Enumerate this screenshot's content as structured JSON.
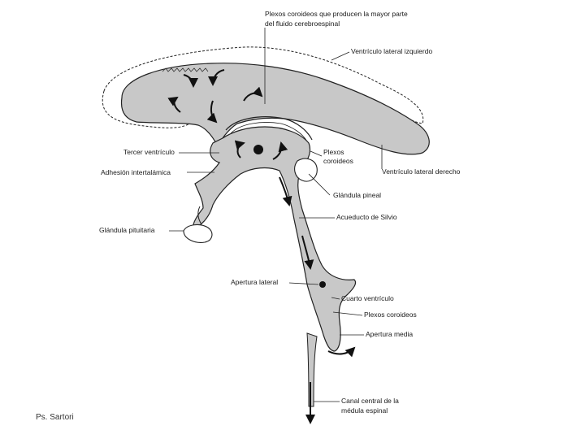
{
  "labels": {
    "plexos_top_1": "Plexos coroideos que producen la mayor parte",
    "plexos_top_2": "del fluido cerebroespinal",
    "ventriculo_izq": "Ventrículo lateral izquierdo",
    "tercer_ventriculo": "Tercer ventrículo",
    "adhesion": "Adhesión intertalámica",
    "plexos_mid_1": "Plexos",
    "plexos_mid_2": "coroideos",
    "ventriculo_der": "Ventrículo lateral derecho",
    "glandula_pineal": "Glándula pineal",
    "glandula_pituitaria": "Glándula pituitaria",
    "acueducto": "Acueducto de Silvio",
    "apertura_lateral": "Apertura lateral",
    "cuarto_ventriculo": "Cuarto ventrículo",
    "plexos_low": "Plexos coroideos",
    "apertura_media": "Apertura media",
    "canal_1": "Canal central de la",
    "canal_2": "médula espinal"
  },
  "credit": "Ps. Sartori"
}
